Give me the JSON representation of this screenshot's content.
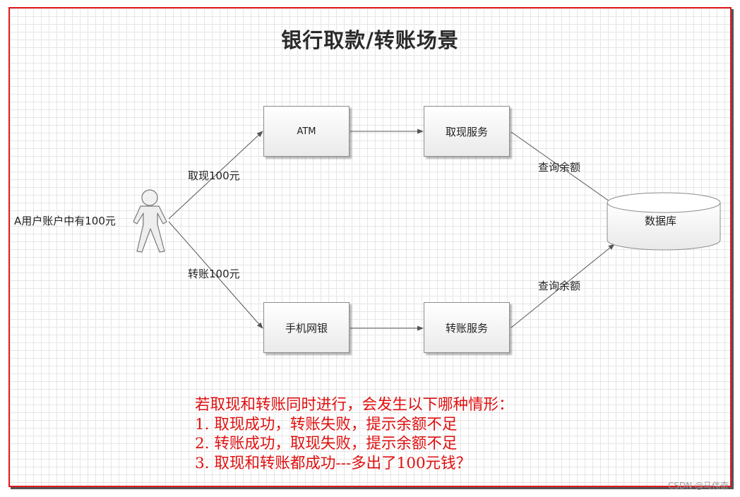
{
  "title": "银行取款/转账场景",
  "actor": {
    "label": "A用户账户中有100元"
  },
  "nodes": {
    "atm": "ATM",
    "withdraw_service": "取现服务",
    "mobile_bank": "手机网银",
    "transfer_service": "转账服务",
    "database": "数据库"
  },
  "edge_labels": {
    "withdraw_100": "取现100元",
    "transfer_100": "转账100元",
    "query_balance_1": "查询余额",
    "query_balance_2": "查询余额"
  },
  "note_lines": [
    "若取现和转账同时进行，会发生以下哪种情形：",
    "1. 取现成功，转账失败，提示余额不足",
    "2. 转账成功，取现失败，提示余额不足",
    "3. 取现和转账都成功---多出了100元钱？"
  ],
  "watermark": "CSDN @马伟奇",
  "colors": {
    "frame_border": "#e0191f",
    "note_text": "#e01010",
    "edge_line": "#555555"
  }
}
